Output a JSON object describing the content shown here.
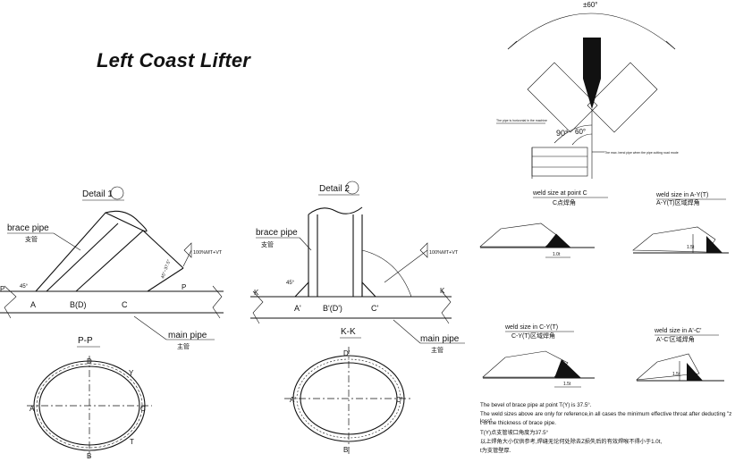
{
  "title": "Left Coast Lifter",
  "details": {
    "detail1": "Detail 1",
    "detail2": "Detail 2"
  },
  "labels": {
    "brace_pipe": "brace pipe",
    "brace_pipe_cn": "支管",
    "main_pipe": "main pipe",
    "main_pipe_cn": "主管",
    "weld_spec": "100%MT+VT",
    "pp": "P-P",
    "kk": "K-K",
    "P": "P",
    "K": "K",
    "A": "A",
    "B_D": "B(D)",
    "C": "C",
    "A_p": "A'",
    "B_D_p": "B'(D')",
    "C_p": "C'",
    "D": "D",
    "Y": "Y",
    "T": "T",
    "B": "B",
    "D_p": "D'",
    "B_p": "B'",
    "angle45": "45°",
    "angle45_2": "45°~37.5°",
    "angle60": "±60°",
    "angle90": "90°",
    "angle60b": "60°",
    "pipe_horizontal": "The pipe is horizontal in the machine",
    "band_pipe": "The max. bend pipe when the pipe cutting road mode"
  },
  "weld_sizes": {
    "c": {
      "title": "weld size at point C",
      "cn": "C点焊角",
      "dim": "1.0t"
    },
    "ay": {
      "title": "weld size in A-Y(T)",
      "cn": "A-Y(T)区域焊角",
      "dim": "1.5t"
    },
    "cy": {
      "title": "weld size in C-Y(T)",
      "cn": "C-Y(T)区域焊角",
      "dim": "1.5t"
    },
    "ac": {
      "title": "weld size in A'-C'",
      "cn": "A'-C'区域焊角",
      "dim": "1.5t"
    }
  },
  "notes": [
    "The bevel of brace pipe at point T(Y) is 37.5°.",
    "The weld sizes above are only for reference,in all cases the minimum effective throat after deducting \"z loss\"",
    "t is the thickness of brace pipe.",
    "T(Y)点支管坡口角度为37.5°",
    "以上焊角大小仅供参考,焊缝无论何处除去Z损失后的有效焊喉不得小于1.0t,",
    "t为支管壁厚."
  ]
}
